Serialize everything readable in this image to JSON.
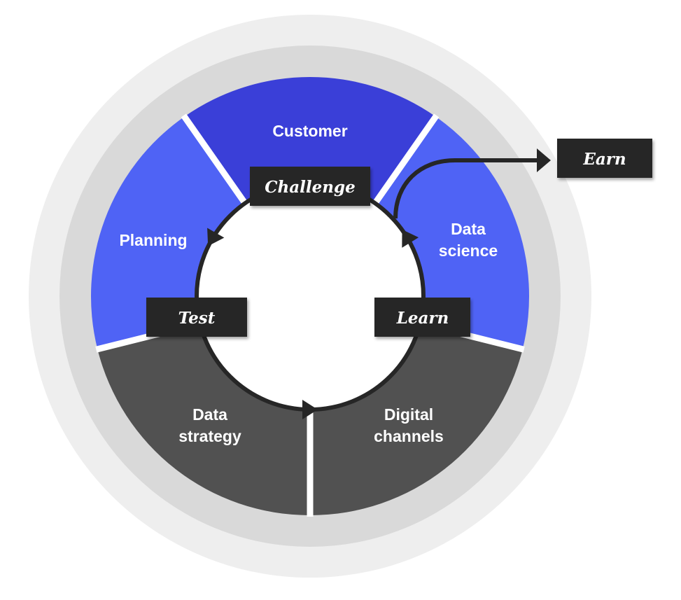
{
  "colors": {
    "outer_ring_light": "#eeeeee",
    "outer_ring_mid": "#d9d9d9",
    "customer": "#3a3fd8",
    "blue_segment": "#4f63f5",
    "dark_segment": "#515151",
    "label_box": "#262626",
    "center": "#ffffff",
    "cycle_arrow": "#262626"
  },
  "segments": {
    "customer": "Customer",
    "data_science": [
      "Data",
      "science"
    ],
    "planning": "Planning",
    "data_strategy": [
      "Data",
      "strategy"
    ],
    "digital_channels": [
      "Digital",
      "channels"
    ]
  },
  "steps": {
    "challenge": "Challenge",
    "learn": "Learn",
    "test": "Test",
    "earn": "Earn"
  }
}
